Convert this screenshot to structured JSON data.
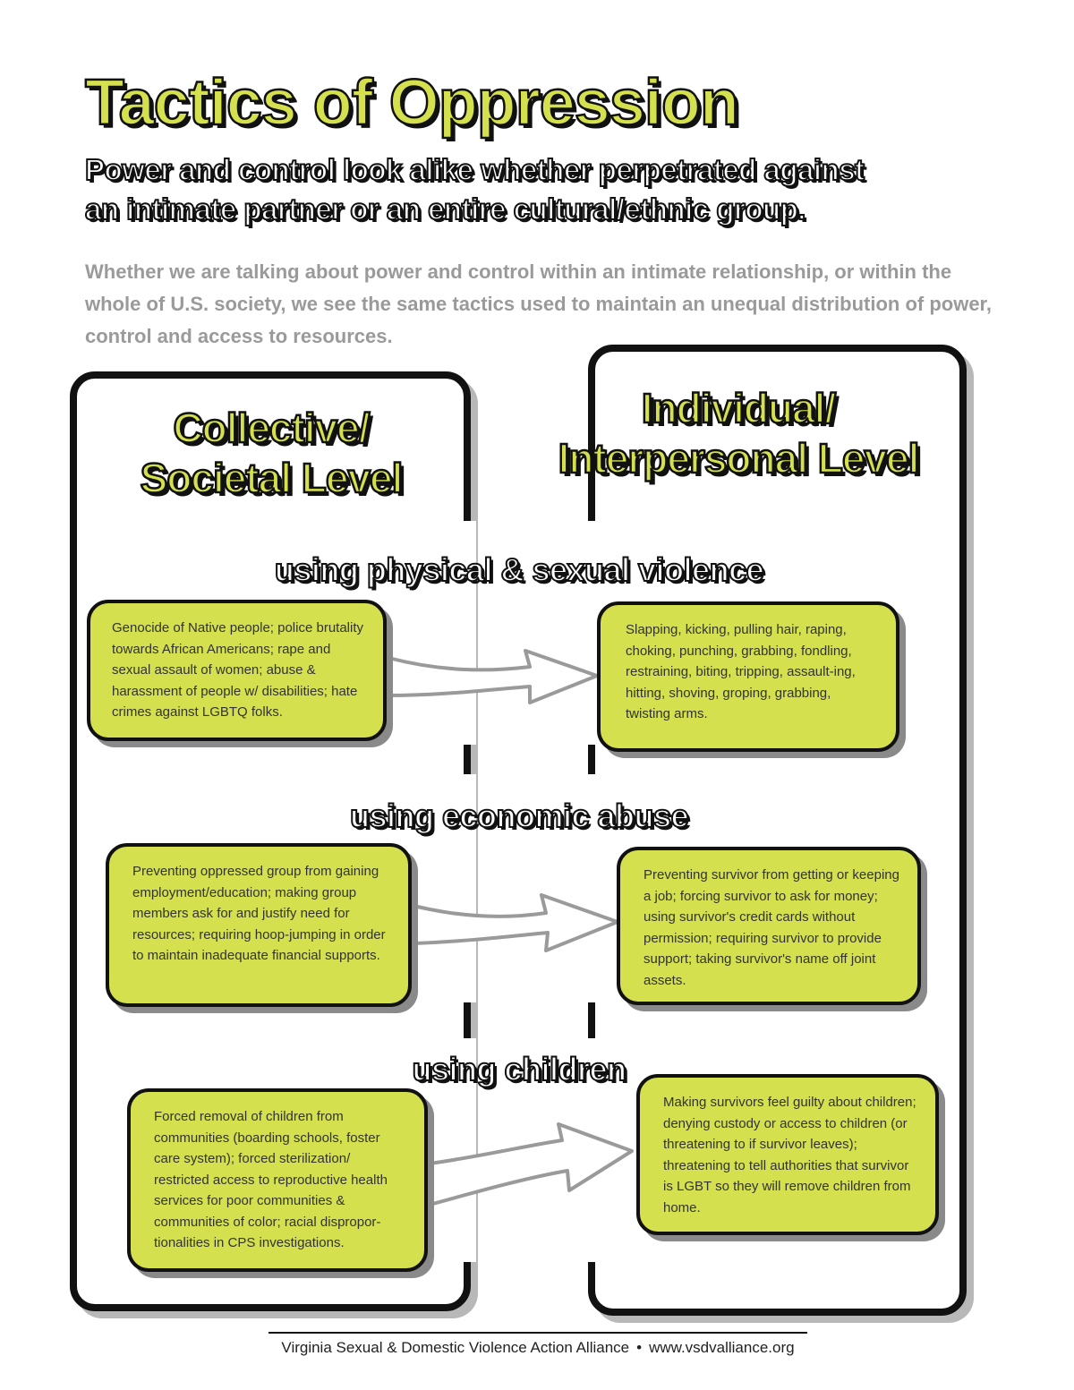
{
  "title": "Tactics of Oppression",
  "subtitle": {
    "line1": "Power and control look alike whether perpetrated against",
    "line2": "an intimate partner or an entire cultural/ethnic group."
  },
  "intro": "Whether we are talking about power and control within an intimate relationship, or within the whole of U.S. society, we see the same tactics used to maintain an unequal distribution of power, control and access to resources.",
  "columns": {
    "left": {
      "line1": "Collective/",
      "line2": "Societal Level"
    },
    "right": {
      "line1": "Individual/",
      "line2": "Interpersonal Level"
    }
  },
  "categories": [
    {
      "label": "using physical & sexual violence",
      "collective": "Genocide of Native people; police brutality towards African Americans; rape and sexual assault of women; abuse & harassment of people w/ disabilities; hate crimes against LGBTQ folks.",
      "individual": "Slapping, kicking, pulling hair, raping, choking, punching, grabbing, fondling, restraining, biting, tripping, assault-ing, hitting, shoving, groping, grabbing, twisting arms."
    },
    {
      "label": "using economic abuse",
      "collective": "Preventing oppressed group from gaining employment/education; making group members ask for and justify need for resources; requiring hoop-jumping in order to maintain inadequate financial supports.",
      "individual": "Preventing survivor from getting or keeping a job; forcing survivor to ask for money; using survivor's credit cards without permission; requiring survivor to provide support; taking survivor's name off joint assets."
    },
    {
      "label": "using children",
      "collective": "Forced removal of children from communities (boarding schools, foster care system); forced sterilization/ restricted access to reproductive health services for poor communities & communities of color; racial dispropor-tionalities in CPS investigations.",
      "individual": "Making survivors feel guilty about children; denying custody or access to children (or threatening to if survivor leaves); threatening to tell authorities that survivor is LGBT so they will remove children from home."
    }
  ],
  "footer": {
    "org": "Virginia Sexual & Domestic Violence Action Alliance",
    "bullet": "•",
    "url": "www.vsdvalliance.org"
  },
  "colors": {
    "accent": "#d4e04e",
    "outline": "#111111",
    "intro_text": "#9a9a9a",
    "arrow": "#9a9a9a"
  }
}
